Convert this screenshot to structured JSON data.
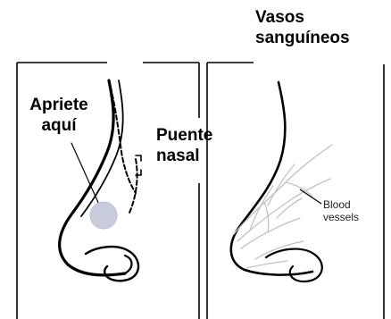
{
  "labels": {
    "press_here_line1": "Apriete",
    "press_here_line2": "aquí",
    "nasal_bridge_line1": "Puente",
    "nasal_bridge_line2": "nasal",
    "blood_vessels_es_line1": "Vasos",
    "blood_vessels_es_line2": "sanguíneos",
    "blood_vessels_en_line1": "Blood",
    "blood_vessels_en_line2": "vessels"
  },
  "colors": {
    "line": "#000000",
    "press_spot": "#c8ccdd",
    "vessels": "#c2c2c2",
    "text": "#000000"
  }
}
